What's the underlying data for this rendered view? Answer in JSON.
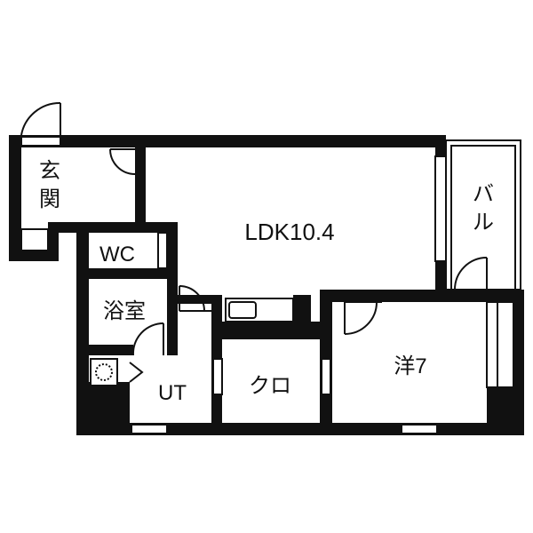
{
  "rooms": {
    "entrance_line1": "玄",
    "entrance_line2": "関",
    "ldk": "LDK10.4",
    "balcony_line1": "バ",
    "balcony_line2": "ル",
    "wc": "WC",
    "bath": "浴室",
    "utility": "UT",
    "closet": "クロ",
    "western_room": "洋7"
  },
  "colors": {
    "wall": "#111111",
    "background": "#ffffff"
  }
}
